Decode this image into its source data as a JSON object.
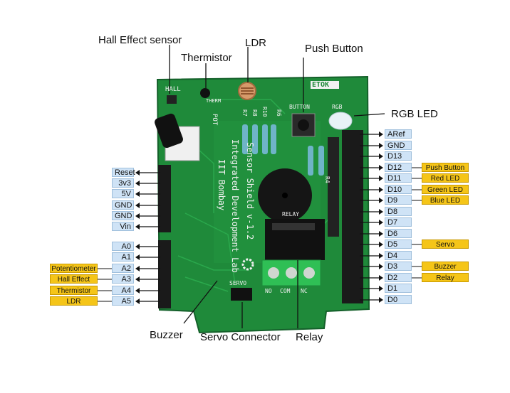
{
  "callouts": {
    "hall_effect_sensor": "Hall Effect sensor",
    "thermistor": "Thermistor",
    "ldr": "LDR",
    "push_button": "Push Button",
    "rgb_led": "RGB LED",
    "buzzer": "Buzzer",
    "servo_connector": "Servo Connector",
    "relay": "Relay"
  },
  "left_pins": [
    "Reset",
    "3v3",
    "5V",
    "GND",
    "GND",
    "Vin",
    "A0",
    "A1",
    "A2",
    "A3",
    "A4",
    "A5"
  ],
  "left_functions": {
    "A2": "Potentiometer",
    "A3": "Hall Effect",
    "A4": "Thermistor",
    "A5": "LDR"
  },
  "right_pins": [
    "ARef",
    "GND",
    "D13",
    "D12",
    "D11",
    "D10",
    "D9",
    "D8",
    "D7",
    "D6",
    "D5",
    "D4",
    "D3",
    "D2",
    "D1",
    "D0"
  ],
  "right_functions": {
    "D12": "Push Button",
    "D11": "Red LED",
    "D10": "Green LED",
    "D9": "Blue LED",
    "D5": "Servo",
    "D3": "Buzzer",
    "D2": "Relay"
  },
  "board": {
    "title_line1": "Sensor Shield v-1.2",
    "title_line2": "Integrated Development Lab",
    "title_line3": "IIT Bombay",
    "logo": "ETOK",
    "silk_hall": "HALL",
    "silk_therm": "THERM",
    "silk_pot": "POT",
    "silk_button": "BUTTON",
    "silk_rgb": "RGB",
    "silk_relay": "RELAY",
    "silk_servo": "SERVO",
    "silk_r7": "R7",
    "silk_r8": "R8",
    "silk_r10": "R10",
    "silk_r6": "R6",
    "silk_r4": "R4",
    "silk_no": "NO",
    "silk_com": "COM",
    "silk_nc": "NC"
  },
  "colors": {
    "pcb": "#1f8a3a",
    "pin_label_bg": "#cfe3f6",
    "function_label_bg": "#f5c518"
  }
}
